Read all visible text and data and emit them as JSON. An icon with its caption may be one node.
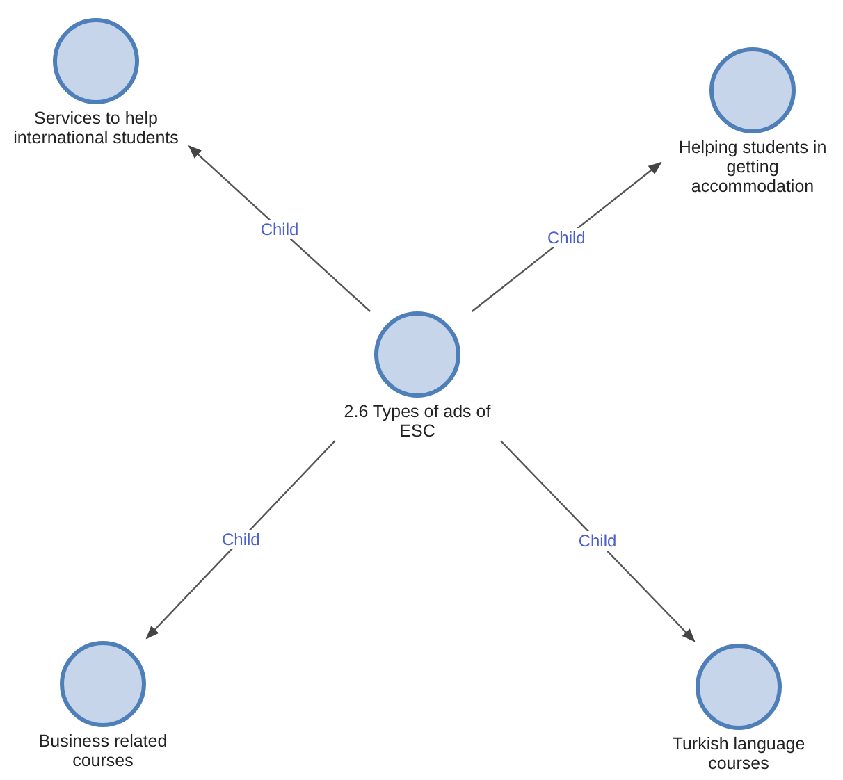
{
  "diagram": {
    "nodes": [
      {
        "text": [
          "2.6 Types of ads of ESC"
        ]
      },
      {
        "text": [
          "Services to help international students"
        ]
      },
      {
        "text": [
          "Helping students in getting accommodation"
        ]
      },
      {
        "text": [
          "Business related courses"
        ]
      },
      {
        "text": [
          "Turkish language courses"
        ]
      }
    ],
    "edges": [
      {
        "from": 0,
        "to": 1,
        "arrow": "to",
        "label": "Child"
      },
      {
        "from": 0,
        "to": 2,
        "arrow": "to",
        "label": "Child"
      },
      {
        "from": 0,
        "to": 3,
        "arrow": "to",
        "label": "Child"
      },
      {
        "from": 0,
        "to": 4,
        "arrow": "to",
        "label": "Child"
      }
    ]
  }
}
